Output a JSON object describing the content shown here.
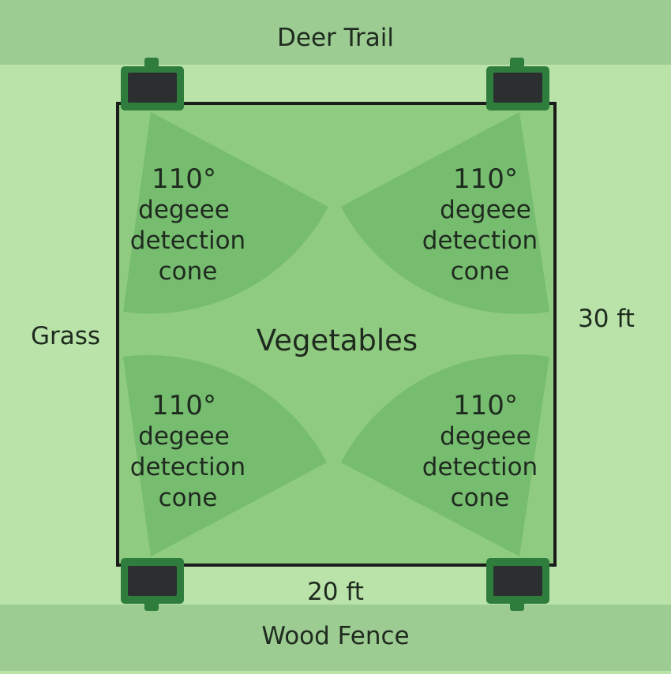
{
  "labels": {
    "top_band": "Deer Trail",
    "bottom_band": "Wood Fence",
    "left_side": "Grass",
    "right_dimension": "30 ft",
    "bottom_dimension": "20 ft",
    "center": "Vegetables"
  },
  "cones": [
    {
      "corner": "top-left",
      "lines": [
        "110°",
        "degeee",
        "detection",
        "cone"
      ]
    },
    {
      "corner": "top-right",
      "lines": [
        "110°",
        "degeee",
        "detection",
        "cone"
      ]
    },
    {
      "corner": "bottom-left",
      "lines": [
        "110°",
        "degeee",
        "detection",
        "cone"
      ]
    },
    {
      "corner": "bottom-right",
      "lines": [
        "110°",
        "degeee",
        "detection",
        "cone"
      ]
    }
  ],
  "colors": {
    "background": "#b9e3a9",
    "band": "#9ccc92",
    "garden": "#8fcb80",
    "cone": "#72bb6c",
    "outline": "#1b1b1b",
    "sensor_body": "#2f7d3d",
    "sensor_panel": "#2c2f30"
  }
}
